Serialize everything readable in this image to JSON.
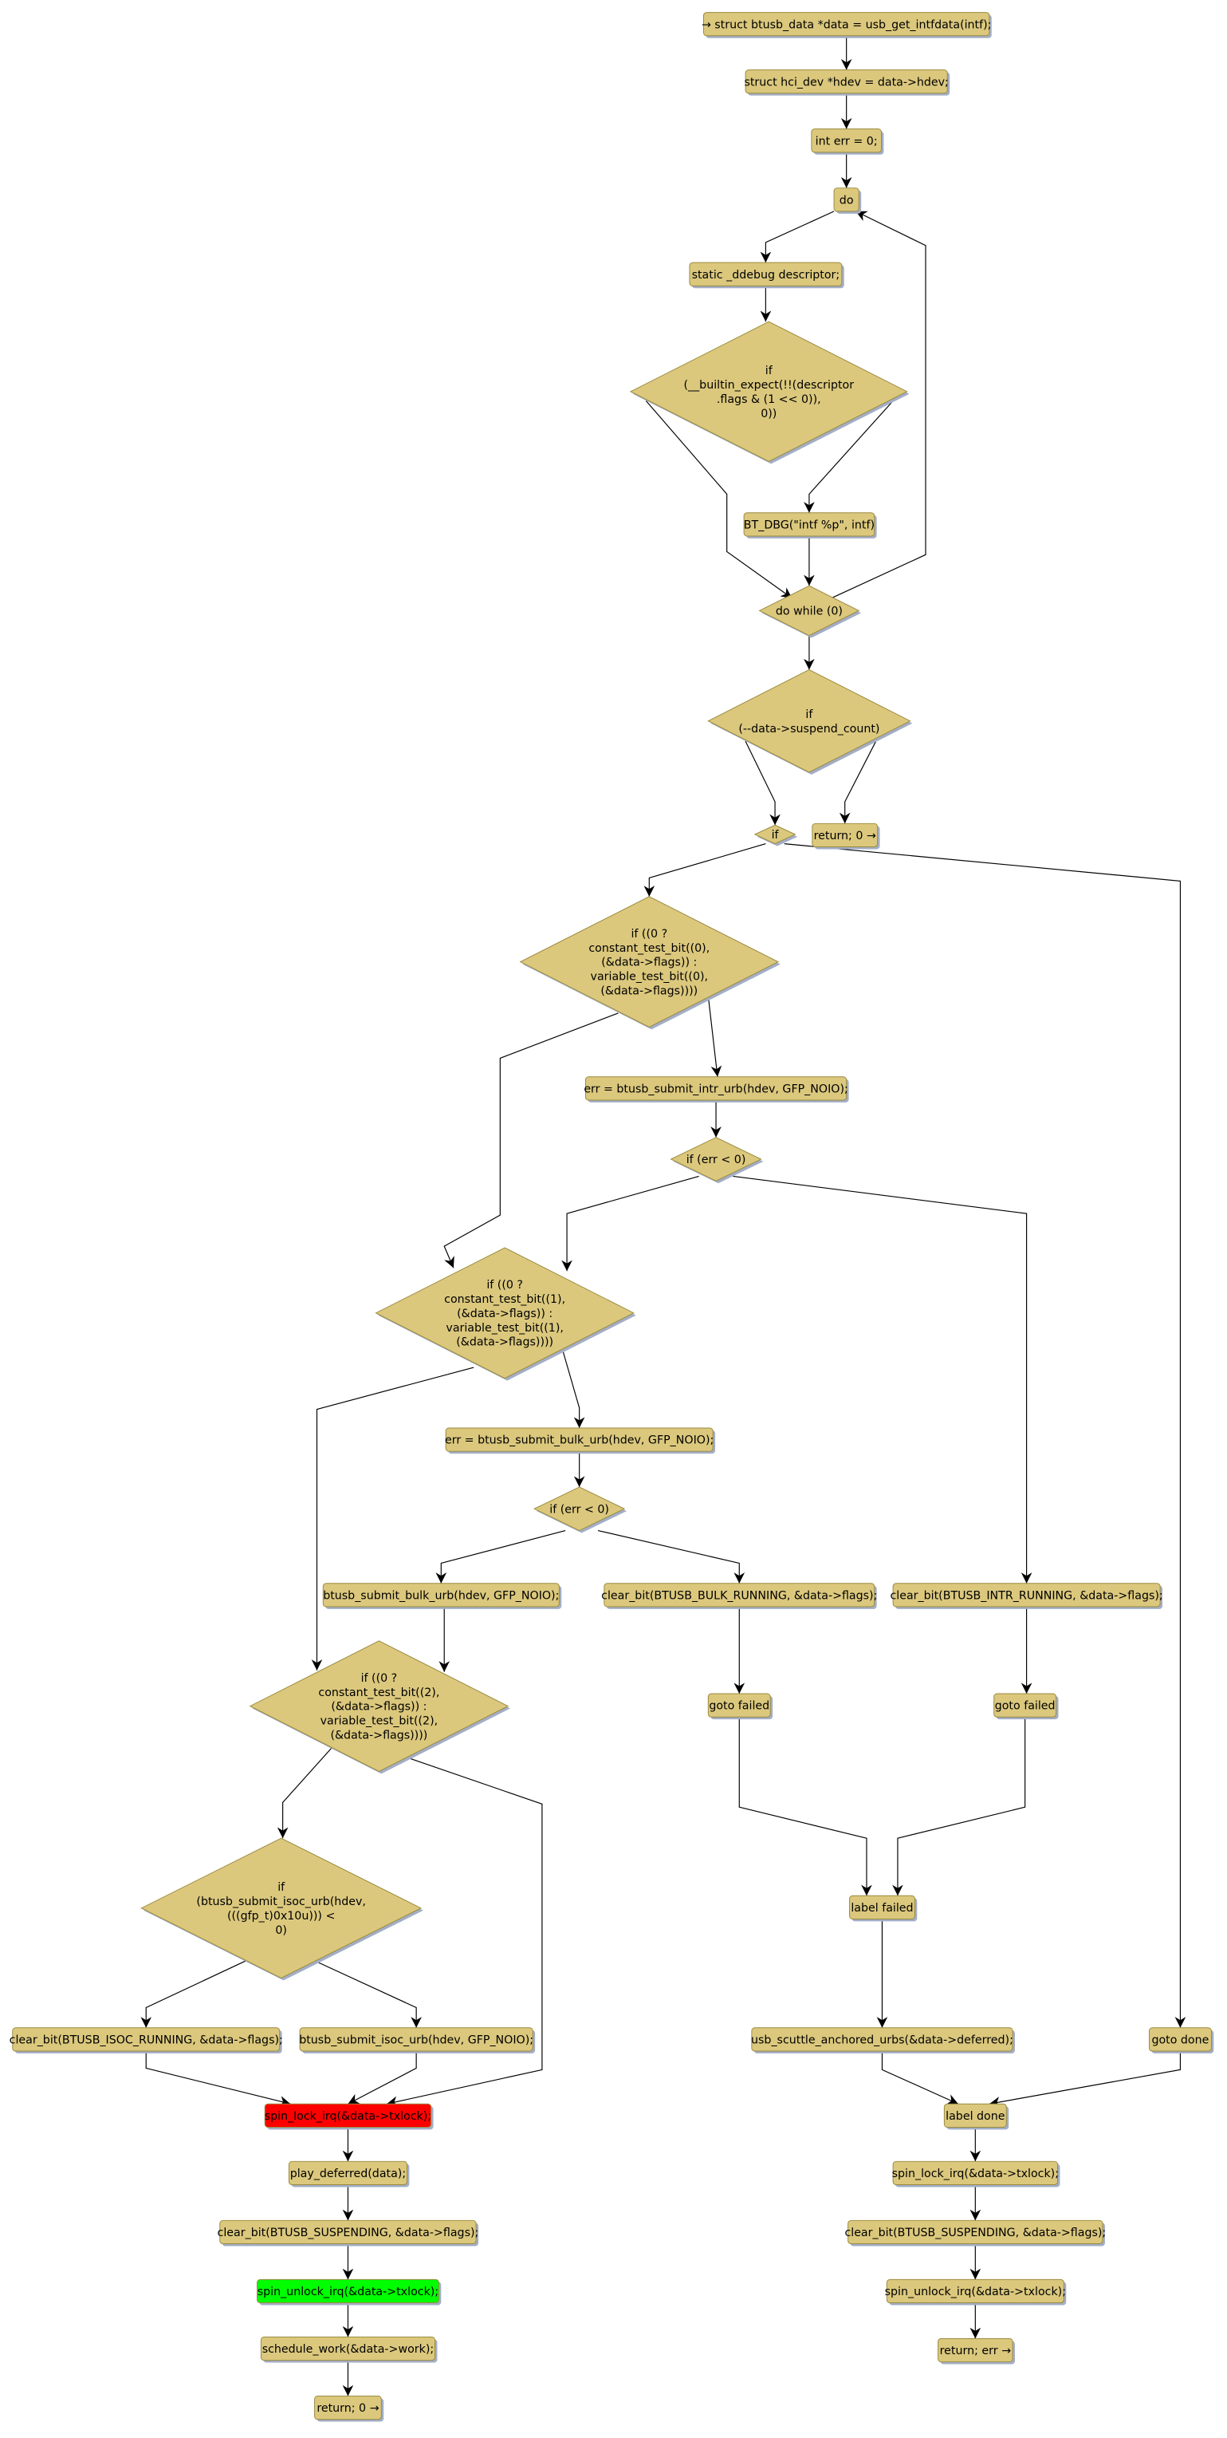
{
  "colors": {
    "node_fill": "#DBC87D",
    "node_stroke": "#9A8A3E",
    "shadow": "#A3AEC6",
    "lock_fill": "#FF0000",
    "unlock_fill": "#00FF00",
    "edge": "#000000"
  },
  "nodes": {
    "n1": {
      "kind": "box",
      "lines": [
        "→ struct btusb_data *data = usb_get_intfdata(intf);"
      ]
    },
    "n2": {
      "kind": "box",
      "lines": [
        "struct hci_dev *hdev = data->hdev;"
      ]
    },
    "n3": {
      "kind": "box",
      "lines": [
        "int err = 0;"
      ]
    },
    "n4": {
      "kind": "box",
      "lines": [
        "do"
      ]
    },
    "n5": {
      "kind": "box",
      "lines": [
        "static _ddebug descriptor;"
      ]
    },
    "d1": {
      "kind": "decision",
      "lines": [
        "if",
        "(__builtin_expect(!!(descriptor",
        ".flags & (1 << 0)),",
        "0))"
      ]
    },
    "n6": {
      "kind": "box",
      "lines": [
        "BT_DBG(\"intf %p\", intf)"
      ]
    },
    "d2": {
      "kind": "decision",
      "lines": [
        "do while (0)"
      ]
    },
    "d3": {
      "kind": "decision",
      "lines": [
        "if",
        "(--data->suspend_count)"
      ]
    },
    "d4": {
      "kind": "decision",
      "lines": [
        "if"
      ]
    },
    "n7": {
      "kind": "box",
      "lines": [
        "return; 0 →"
      ]
    },
    "d5": {
      "kind": "decision",
      "lines": [
        "if ((0 ?",
        "constant_test_bit((0),",
        "(&data->flags)) :",
        "variable_test_bit((0),",
        "(&data->flags))))"
      ]
    },
    "n8": {
      "kind": "box",
      "lines": [
        "err = btusb_submit_intr_urb(hdev, GFP_NOIO);"
      ]
    },
    "d6": {
      "kind": "decision",
      "lines": [
        "if (err < 0)"
      ]
    },
    "d7": {
      "kind": "decision",
      "lines": [
        "if ((0 ?",
        "constant_test_bit((1),",
        "(&data->flags)) :",
        "variable_test_bit((1),",
        "(&data->flags))))"
      ]
    },
    "n9": {
      "kind": "box",
      "lines": [
        "err = btusb_submit_bulk_urb(hdev, GFP_NOIO);"
      ]
    },
    "d8": {
      "kind": "decision",
      "lines": [
        "if (err < 0)"
      ]
    },
    "n10": {
      "kind": "box",
      "lines": [
        "btusb_submit_bulk_urb(hdev, GFP_NOIO);"
      ]
    },
    "n11": {
      "kind": "box",
      "lines": [
        "clear_bit(BTUSB_BULK_RUNNING, &data->flags);"
      ]
    },
    "n12": {
      "kind": "box",
      "lines": [
        "clear_bit(BTUSB_INTR_RUNNING, &data->flags);"
      ]
    },
    "d9": {
      "kind": "decision",
      "lines": [
        "if ((0 ?",
        "constant_test_bit((2),",
        "(&data->flags)) :",
        "variable_test_bit((2),",
        "(&data->flags))))"
      ]
    },
    "n13": {
      "kind": "box",
      "lines": [
        "goto failed"
      ]
    },
    "n14": {
      "kind": "box",
      "lines": [
        "goto failed"
      ]
    },
    "d10": {
      "kind": "decision",
      "lines": [
        "if",
        "(btusb_submit_isoc_urb(hdev,",
        "(((gfp_t)0x10u))) <",
        "0)"
      ]
    },
    "n15": {
      "kind": "box",
      "lines": [
        "label failed"
      ]
    },
    "n16": {
      "kind": "box",
      "lines": [
        "clear_bit(BTUSB_ISOC_RUNNING, &data->flags);"
      ]
    },
    "n17": {
      "kind": "box",
      "lines": [
        "btusb_submit_isoc_urb(hdev, GFP_NOIO);"
      ]
    },
    "n18": {
      "kind": "box",
      "lines": [
        "usb_scuttle_anchored_urbs(&data->deferred);"
      ]
    },
    "n19": {
      "kind": "box",
      "lines": [
        "goto done"
      ]
    },
    "n20": {
      "kind": "box",
      "highlight": "lock",
      "lines": [
        "spin_lock_irq(&data->txlock);"
      ]
    },
    "n21": {
      "kind": "box",
      "lines": [
        "label done"
      ]
    },
    "n22": {
      "kind": "box",
      "lines": [
        "play_deferred(data);"
      ]
    },
    "n23": {
      "kind": "box",
      "lines": [
        "spin_lock_irq(&data->txlock);"
      ]
    },
    "n24": {
      "kind": "box",
      "lines": [
        "clear_bit(BTUSB_SUSPENDING, &data->flags);"
      ]
    },
    "n25": {
      "kind": "box",
      "lines": [
        "clear_bit(BTUSB_SUSPENDING, &data->flags);"
      ]
    },
    "n26": {
      "kind": "box",
      "highlight": "unlock",
      "lines": [
        "spin_unlock_irq(&data->txlock);"
      ]
    },
    "n27": {
      "kind": "box",
      "lines": [
        "spin_unlock_irq(&data->txlock);"
      ]
    },
    "n28": {
      "kind": "box",
      "lines": [
        "schedule_work(&data->work);"
      ]
    },
    "n29": {
      "kind": "box",
      "lines": [
        "return; err →"
      ]
    },
    "n30": {
      "kind": "box",
      "lines": [
        "return; 0 →"
      ]
    }
  },
  "edges": [
    [
      "n1",
      "n2"
    ],
    [
      "n2",
      "n3"
    ],
    [
      "n3",
      "n4"
    ],
    [
      "n4",
      "n5"
    ],
    [
      "n5",
      "d1"
    ],
    [
      "d1",
      "d2"
    ],
    [
      "d1",
      "n6"
    ],
    [
      "n6",
      "d2"
    ],
    [
      "d2",
      "n4"
    ],
    [
      "d2",
      "d3"
    ],
    [
      "d3",
      "d4"
    ],
    [
      "d3",
      "n7"
    ],
    [
      "d4",
      "d5"
    ],
    [
      "d4",
      "n19"
    ],
    [
      "d5",
      "n8"
    ],
    [
      "d5",
      "d7"
    ],
    [
      "n8",
      "d6"
    ],
    [
      "d6",
      "d7"
    ],
    [
      "d6",
      "n12"
    ],
    [
      "d7",
      "n9"
    ],
    [
      "d7",
      "d9"
    ],
    [
      "n9",
      "d8"
    ],
    [
      "d8",
      "n10"
    ],
    [
      "d8",
      "n11"
    ],
    [
      "n10",
      "d9"
    ],
    [
      "n11",
      "n13"
    ],
    [
      "n12",
      "n14"
    ],
    [
      "n13",
      "n15"
    ],
    [
      "n14",
      "n15"
    ],
    [
      "d9",
      "d10"
    ],
    [
      "d9",
      "n20"
    ],
    [
      "d10",
      "n16"
    ],
    [
      "d10",
      "n17"
    ],
    [
      "n16",
      "n20"
    ],
    [
      "n17",
      "n20"
    ],
    [
      "n15",
      "n18"
    ],
    [
      "n18",
      "n21"
    ],
    [
      "n19",
      "n21"
    ],
    [
      "n20",
      "n22"
    ],
    [
      "n22",
      "n24"
    ],
    [
      "n24",
      "n26"
    ],
    [
      "n26",
      "n28"
    ],
    [
      "n28",
      "n30"
    ],
    [
      "n21",
      "n23"
    ],
    [
      "n23",
      "n25"
    ],
    [
      "n25",
      "n27"
    ],
    [
      "n27",
      "n29"
    ]
  ]
}
